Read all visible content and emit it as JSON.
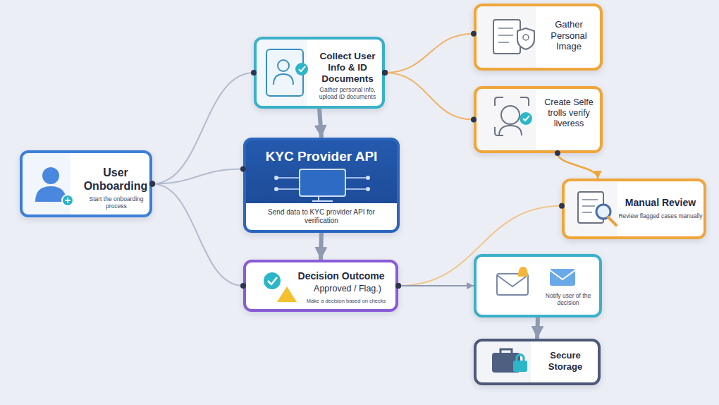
{
  "diagram": {
    "nodes": [
      {
        "text": [
          "User Onboarding",
          "Start the onboarding process"
        ]
      },
      {
        "text": [
          "Collect User Info & ID Documents",
          "Gather personal info, upload ID documents"
        ]
      },
      {
        "text": [
          "Gather Personal Image"
        ]
      },
      {
        "text": [
          "Create Selfe trolls verify liveress"
        ]
      },
      {
        "text": [
          "KYC Provider API",
          "<API>",
          "Send data to KYC provider API for verification"
        ]
      },
      {
        "text": [
          "Manual Review",
          "Review flagged cases manually"
        ]
      },
      {
        "text": [
          "Decision Outcome",
          "Approved / Flag.)",
          "Make a decision based on checks"
        ]
      },
      {
        "text": [
          "Notify user of the decision"
        ]
      },
      {
        "text": [
          "Secure Storage"
        ]
      }
    ],
    "edges": [
      {
        "from": 0,
        "to": 1,
        "arrow": "none"
      },
      {
        "from": 0,
        "to": 4,
        "arrow": "none"
      },
      {
        "from": 0,
        "to": 6,
        "arrow": "none"
      },
      {
        "from": 1,
        "to": 2,
        "arrow": "none"
      },
      {
        "from": 1,
        "to": 3,
        "arrow": "none"
      },
      {
        "from": 1,
        "to": 4,
        "arrow": "to"
      },
      {
        "from": 3,
        "to": 5,
        "arrow": "to"
      },
      {
        "from": 4,
        "to": 6,
        "arrow": "to"
      },
      {
        "from": 6,
        "to": 5,
        "arrow": "none"
      },
      {
        "from": 6,
        "to": 7,
        "arrow": "to"
      },
      {
        "from": 7,
        "to": 8,
        "arrow": "to"
      }
    ]
  }
}
